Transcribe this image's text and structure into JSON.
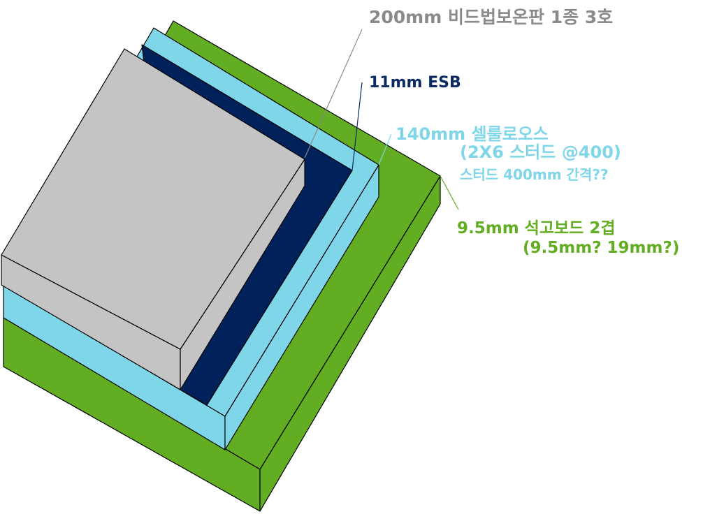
{
  "colors": {
    "insulation": "#c4c4c4",
    "esb": "#00215a",
    "cellulose": "#7ed6e8",
    "gypsum": "#62ad22",
    "outline": "#000000",
    "eps_label": "#8a8a8a",
    "esb_label": "#0b2a66",
    "cellulose_label": "#7ed6e8",
    "gypsum_label": "#62ad22"
  },
  "labels": {
    "eps": "200mm 비드법보온판 1종 3호",
    "esb": "11mm ESB",
    "cellulose_line1": "140mm 셀룰로오스",
    "cellulose_line2": "(2X6 스터드 @400)",
    "cellulose_line3": "스터드 400mm 간격??",
    "gypsum_line1": "9.5mm 석고보드 2겹",
    "gypsum_line2": "(9.5mm? 19mm?)"
  }
}
